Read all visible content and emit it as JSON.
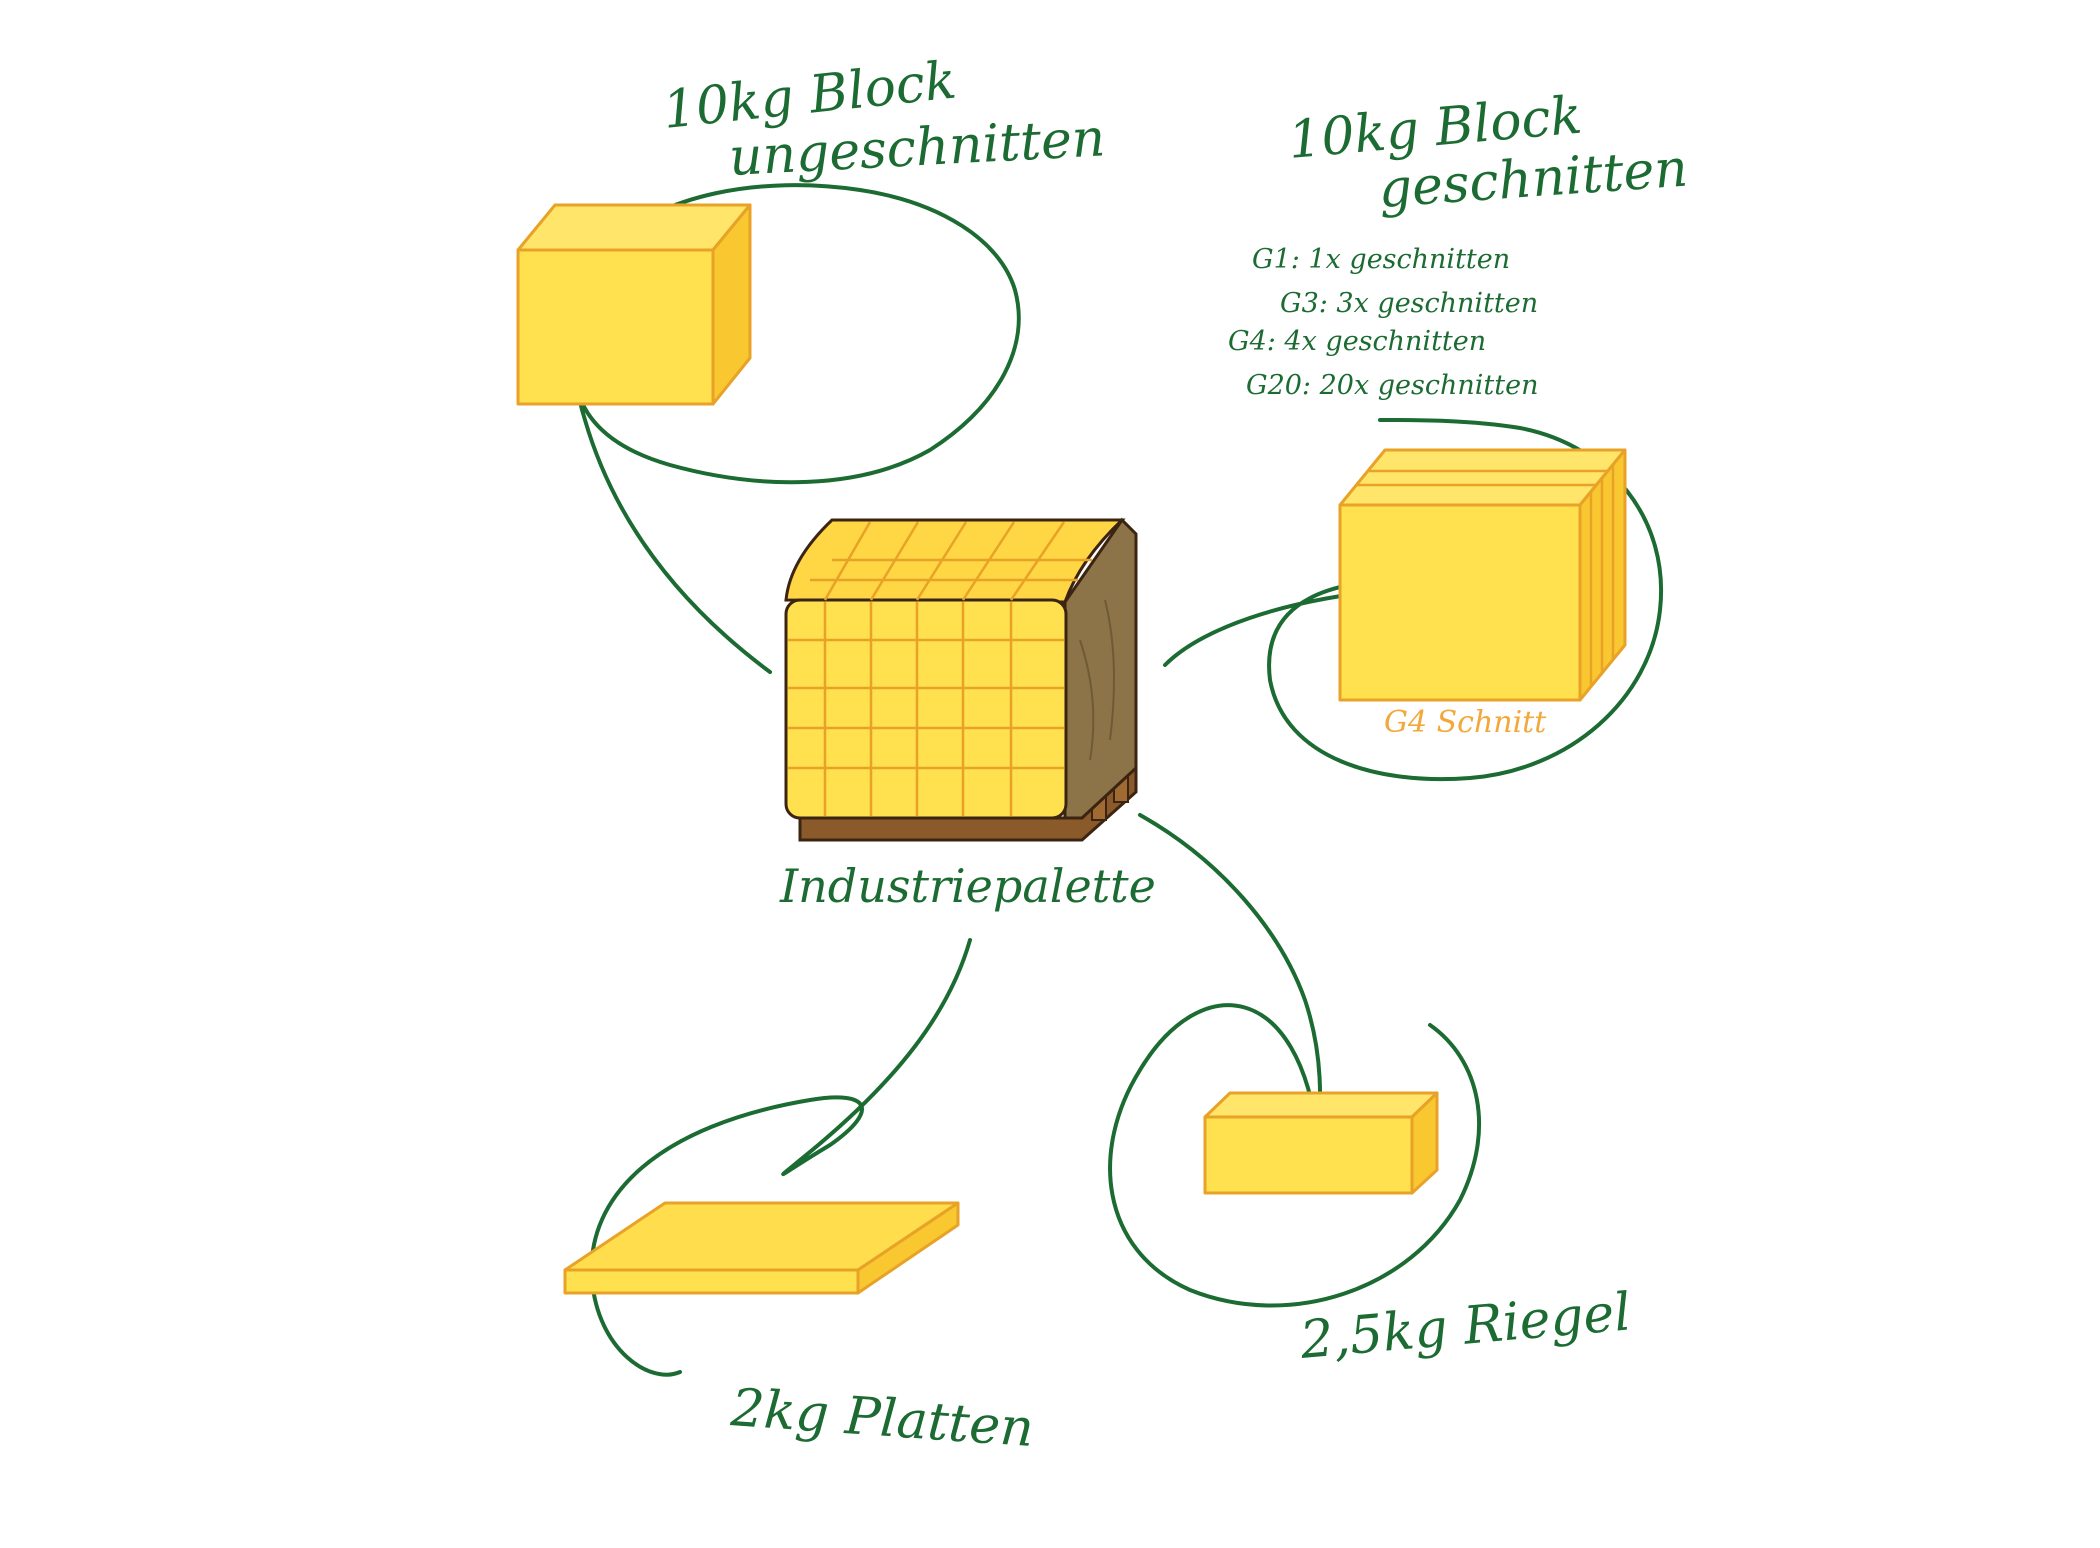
{
  "center": {
    "label": "Industriepalette"
  },
  "nodes": {
    "block_uncut": {
      "line1": "10kg Block",
      "line2": "ungeschnitten"
    },
    "block_cut": {
      "line1": "10kg Block",
      "line2": "geschnitten",
      "variants": [
        "G1: 1x geschnitten",
        "G3: 3x geschnitten",
        "G4: 4x geschnitten",
        "G20: 20x geschnitten"
      ],
      "caption": "G4 Schnitt"
    },
    "platten": {
      "label": "2kg Platten"
    },
    "riegel": {
      "label": "2,5kg Riegel"
    }
  },
  "colors": {
    "ink_green": "#1b6b32",
    "cheese_yellow": "#ffe04f",
    "cheese_side": "#f9c830",
    "cheese_edge": "#e8a227",
    "wrap_brown": "#8c7448",
    "pallet_wood": "#8a5a2b"
  }
}
